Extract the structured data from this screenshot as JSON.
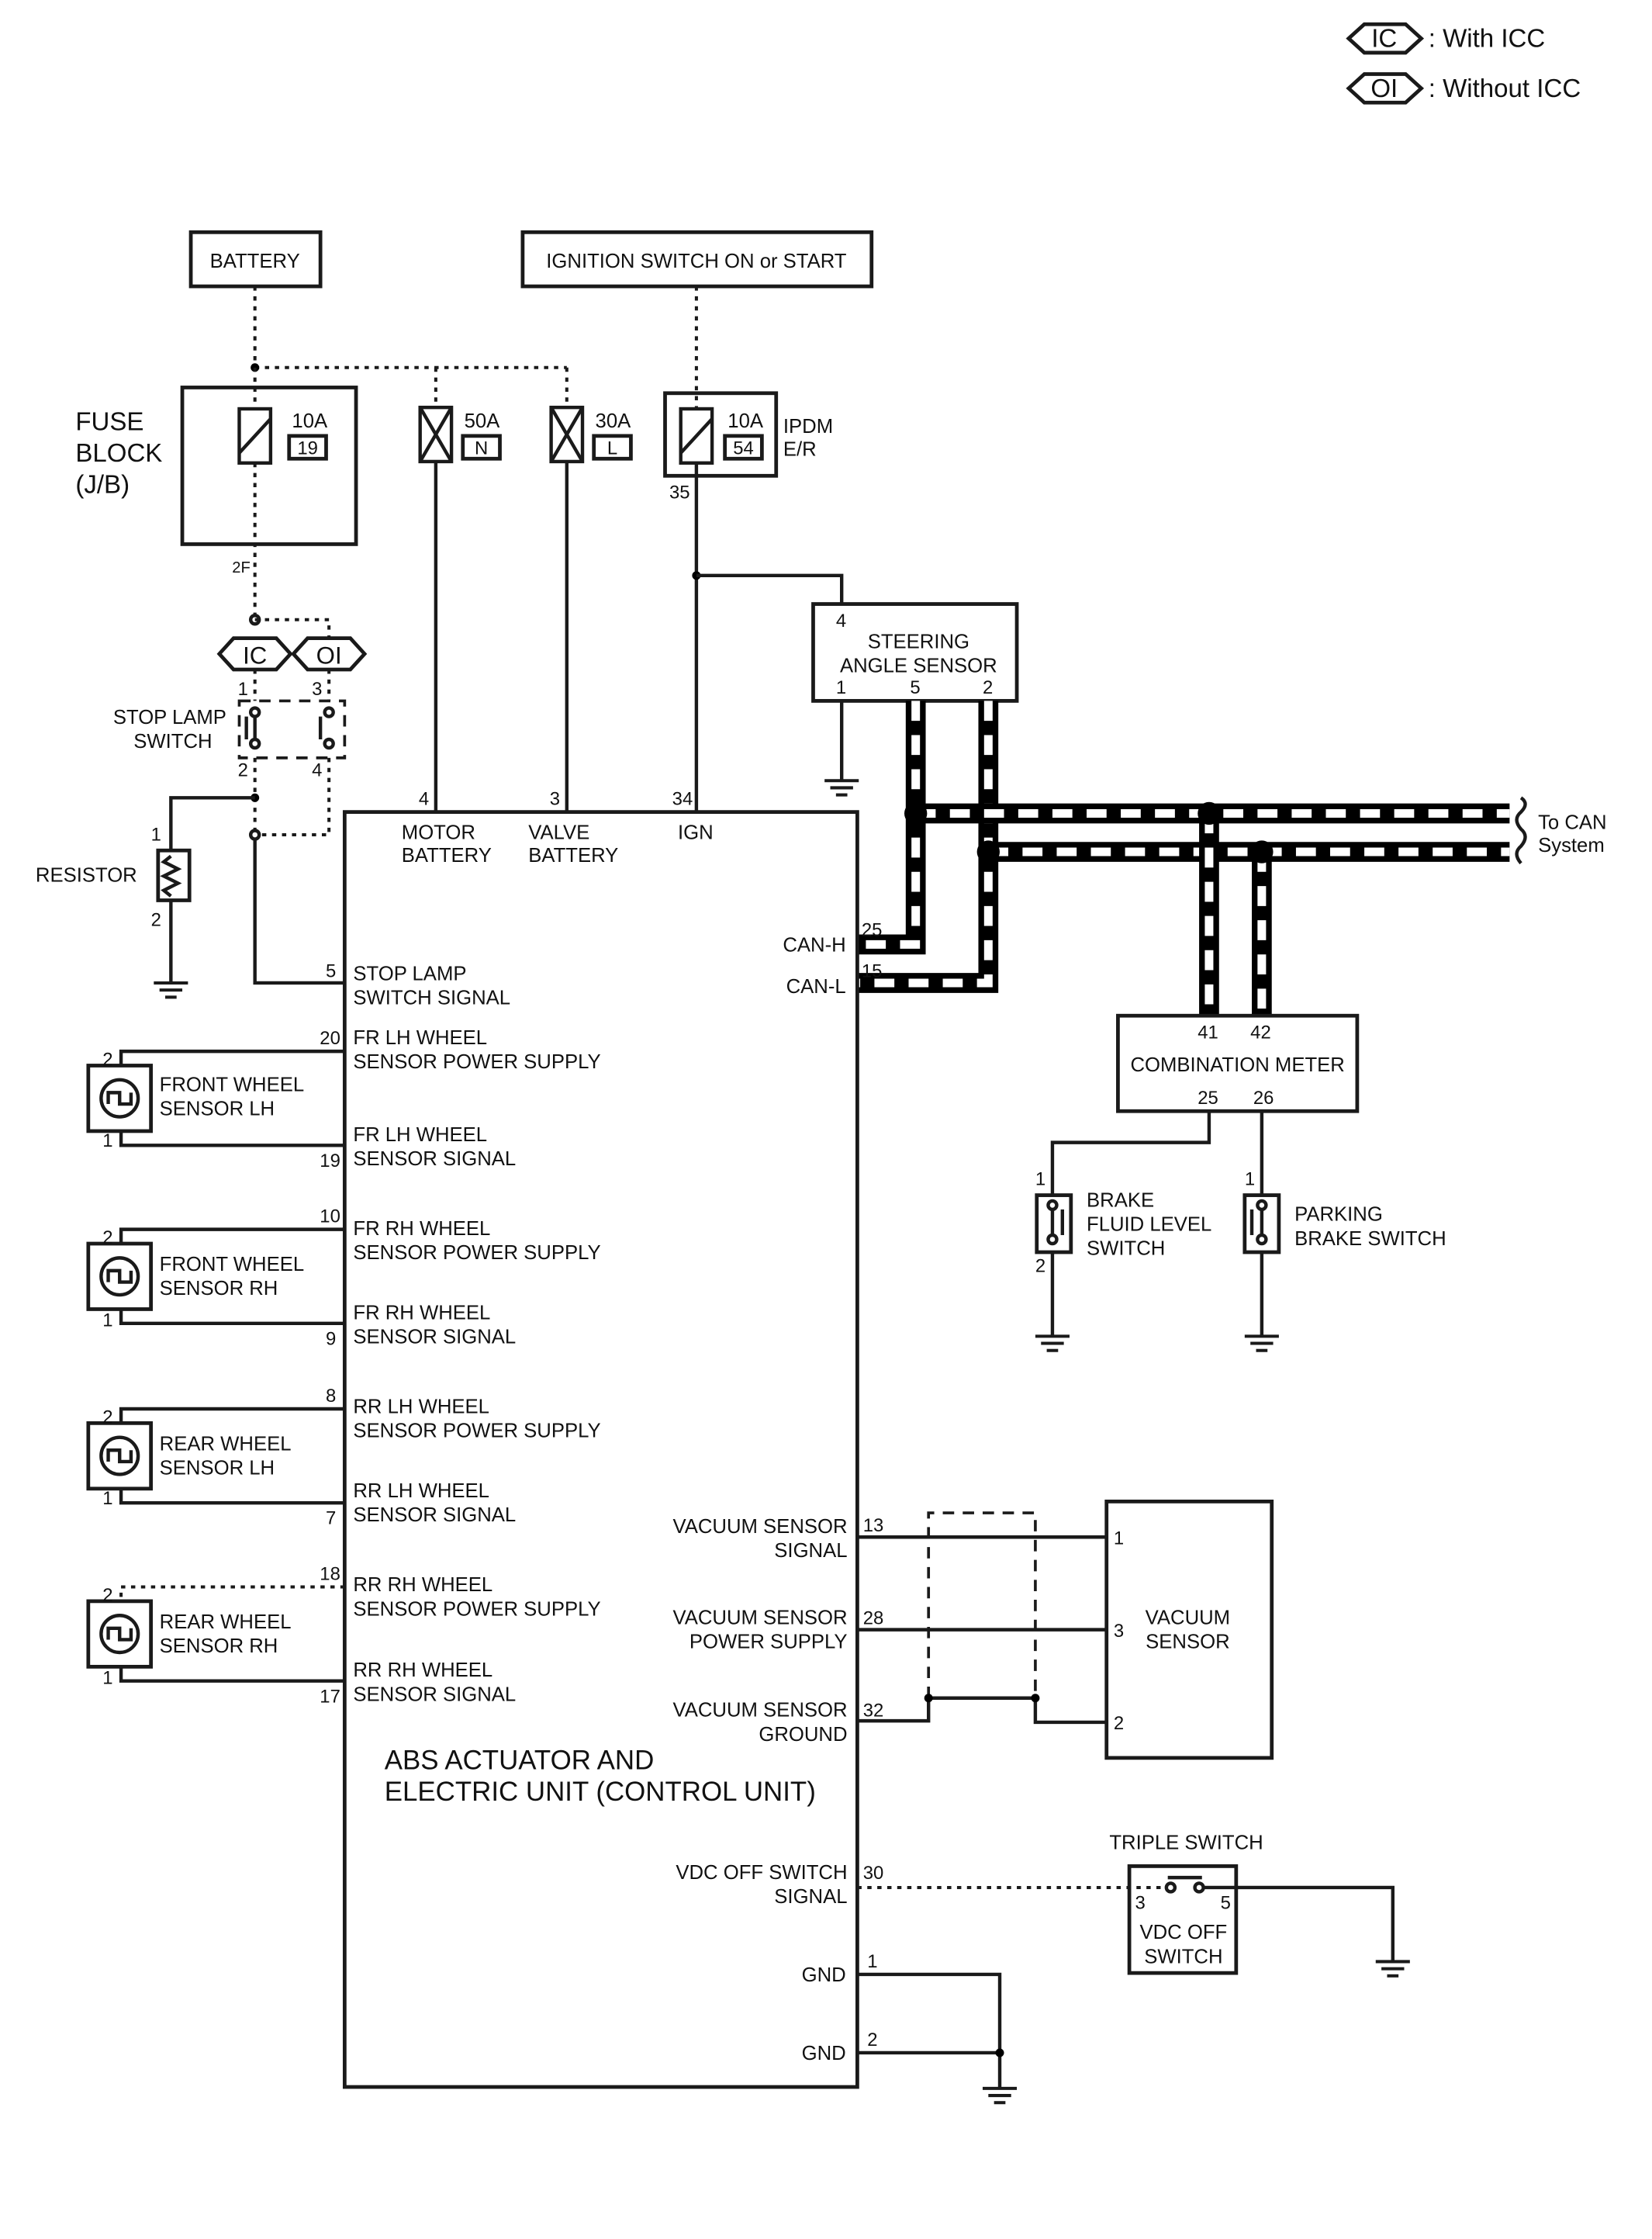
{
  "legend": {
    "ic_tag": "IC",
    "ic_text": ": With ICC",
    "oi_tag": "OI",
    "oi_text": ": Without ICC"
  },
  "supplies": {
    "battery": "BATTERY",
    "ignition": "IGNITION SWITCH ON or START"
  },
  "fuse_block": {
    "line1": "FUSE",
    "line2": "BLOCK",
    "line3": "(J/B)",
    "fuse_amp": "10A",
    "fuse_no": "19",
    "connector": "2F"
  },
  "fusible_links": [
    {
      "amp": "50A",
      "code": "N"
    },
    {
      "amp": "30A",
      "code": "L"
    }
  ],
  "ipdm": {
    "amp": "10A",
    "no": "54",
    "line1": "IPDM",
    "line2": "E/R",
    "pin": "35"
  },
  "steering_angle_sensor": {
    "line1": "STEERING",
    "line2": "ANGLE SENSOR",
    "pin_top": "4",
    "pins": [
      "1",
      "5",
      "2"
    ]
  },
  "stop_lamp_switch": {
    "line1": "STOP LAMP",
    "line2": "SWITCH",
    "tag_ic": "IC",
    "tag_oi": "OI",
    "pins_top": [
      "1",
      "3"
    ],
    "pins_bottom": [
      "2",
      "4"
    ]
  },
  "resistor": {
    "label": "RESISTOR",
    "pin_top": "1",
    "pin_bottom": "2"
  },
  "abs_unit": {
    "title_line1": "ABS ACTUATOR AND",
    "title_line2": "ELECTRIC UNIT (CONTROL UNIT)",
    "top_terminals": [
      {
        "pin": "4",
        "line1": "MOTOR",
        "line2": "BATTERY"
      },
      {
        "pin": "3",
        "line1": "VALVE",
        "line2": "BATTERY"
      },
      {
        "pin": "34",
        "line1": "IGN",
        "line2": ""
      }
    ],
    "left_terminals": [
      {
        "pin": "5",
        "line1": "STOP LAMP",
        "line2": "SWITCH SIGNAL"
      },
      {
        "pin": "20",
        "line1": "FR LH WHEEL",
        "line2": "SENSOR POWER SUPPLY"
      },
      {
        "pin": "19",
        "line1": "FR LH WHEEL",
        "line2": "SENSOR SIGNAL"
      },
      {
        "pin": "10",
        "line1": "FR RH WHEEL",
        "line2": "SENSOR POWER SUPPLY"
      },
      {
        "pin": "9",
        "line1": "FR RH WHEEL",
        "line2": "SENSOR SIGNAL"
      },
      {
        "pin": "8",
        "line1": "RR LH WHEEL",
        "line2": "SENSOR POWER SUPPLY"
      },
      {
        "pin": "7",
        "line1": "RR LH WHEEL",
        "line2": "SENSOR SIGNAL"
      },
      {
        "pin": "18",
        "line1": "RR RH WHEEL",
        "line2": "SENSOR POWER SUPPLY"
      },
      {
        "pin": "17",
        "line1": "RR RH WHEEL",
        "line2": "SENSOR SIGNAL"
      }
    ],
    "right_terminals": [
      {
        "pin": "25",
        "line1": "CAN-H",
        "line2": ""
      },
      {
        "pin": "15",
        "line1": "CAN-L",
        "line2": ""
      },
      {
        "pin": "13",
        "line1": "VACUUM SENSOR",
        "line2": "SIGNAL"
      },
      {
        "pin": "28",
        "line1": "VACUUM SENSOR",
        "line2": "POWER SUPPLY"
      },
      {
        "pin": "32",
        "line1": "VACUUM SENSOR",
        "line2": "GROUND"
      },
      {
        "pin": "30",
        "line1": "VDC OFF SWITCH",
        "line2": "SIGNAL"
      },
      {
        "pin": "1",
        "line1": "GND",
        "line2": ""
      },
      {
        "pin": "2",
        "line1": "GND",
        "line2": ""
      }
    ]
  },
  "wheel_sensors": [
    {
      "line1": "FRONT WHEEL",
      "line2": "SENSOR LH",
      "pin_top": "2",
      "pin_bottom": "1"
    },
    {
      "line1": "FRONT WHEEL",
      "line2": "SENSOR RH",
      "pin_top": "2",
      "pin_bottom": "1"
    },
    {
      "line1": "REAR WHEEL",
      "line2": "SENSOR LH",
      "pin_top": "2",
      "pin_bottom": "1"
    },
    {
      "line1": "REAR WHEEL",
      "line2": "SENSOR RH",
      "pin_top": "2",
      "pin_bottom": "1"
    }
  ],
  "can_system": {
    "line1": "To CAN",
    "line2": "System"
  },
  "combination_meter": {
    "label": "COMBINATION METER",
    "pins_top": [
      "41",
      "42"
    ],
    "pins_bottom": [
      "25",
      "26"
    ]
  },
  "brake_fluid_level_switch": {
    "line1": "BRAKE",
    "line2": "FLUID LEVEL",
    "line3": "SWITCH",
    "pin_top": "1",
    "pin_bottom": "2"
  },
  "parking_brake_switch": {
    "line1": "PARKING",
    "line2": "BRAKE SWITCH",
    "pin_top": "1"
  },
  "vacuum_sensor": {
    "line1": "VACUUM",
    "line2": "SENSOR",
    "pins": [
      "1",
      "3",
      "2"
    ]
  },
  "triple_switch": {
    "title": "TRIPLE SWITCH",
    "line1": "VDC OFF",
    "line2": "SWITCH",
    "pin_left": "3",
    "pin_right": "5"
  }
}
